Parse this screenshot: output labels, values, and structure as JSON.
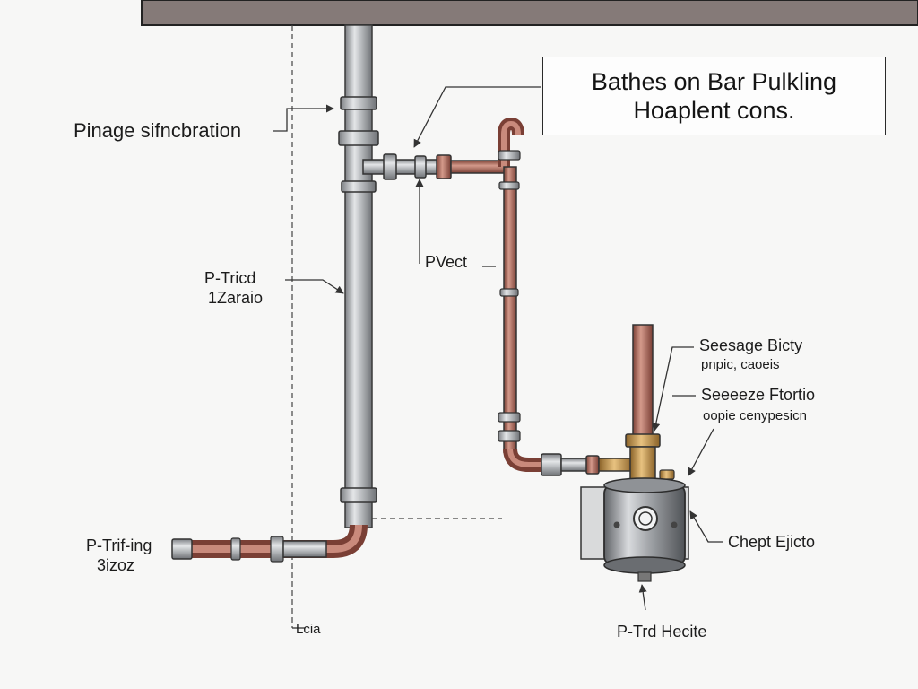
{
  "title": {
    "line1": "Bathes on Bar Pulkling",
    "line2": "Hoaplent cons."
  },
  "labels": {
    "pinage": "Pinage sifncbration",
    "p_trio_1": "P-Tricd",
    "p_trio_2": "1Zaraio",
    "pvect": "PVect",
    "seesage_1": "Seesage Bicty",
    "seesage_2": "pnpic, caoeis",
    "seeeze_1": "Seeeeze Ftortio",
    "seeeze_2": "oopie cenypesicn",
    "chept": "Chept Ejicto",
    "p_trifing_1": "P-Trif-ing",
    "p_trifing_2": "3izoz",
    "p_trd": "P-Trd Hecite",
    "bottom": "Lcia"
  },
  "colors": {
    "steel": "#a9acaf",
    "copper": "#a5675a",
    "brass": "#c79a55",
    "ceiling": "#857a78",
    "line": "#333333"
  }
}
